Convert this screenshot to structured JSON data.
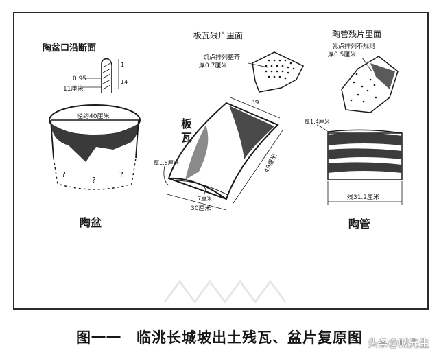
{
  "labels": {
    "pot_section_title": "陶盆口沿断面",
    "pot_dim_a": "0.95",
    "pot_dim_b": "11厘米",
    "pot_dim_c": "1",
    "pot_dim_d": "14",
    "pot_diameter": "径约40厘米",
    "pot_q1": "?",
    "pot_q2": "?",
    "pot_q3": "?",
    "pot_name": "陶盆",
    "tile_back_title": "板瓦残片里面",
    "tile_back_note": "饥点排列整齐\n厚0.7厘米",
    "tile_name": "板瓦",
    "tile_thickness": "厚1.5厘米",
    "tile_top_width": "39",
    "tile_length": "49厘米",
    "tile_edge": "7厘米",
    "tile_bottom_width": "30厘米",
    "pipe_back_title": "陶管残片里面",
    "pipe_back_note": "乳点排列不规则\n厚0.5厘米",
    "pipe_thickness": "厚1.4厘米",
    "pipe_length": "残31.2厘米",
    "pipe_name": "陶管"
  },
  "caption": "图一一　临洮长城坡出土残瓦、盆片复原图",
  "watermark": "头条@贼先生",
  "colors": {
    "ink": "#1a1a1a",
    "paper": "#ffffff",
    "frame": "#2a2a2a"
  }
}
